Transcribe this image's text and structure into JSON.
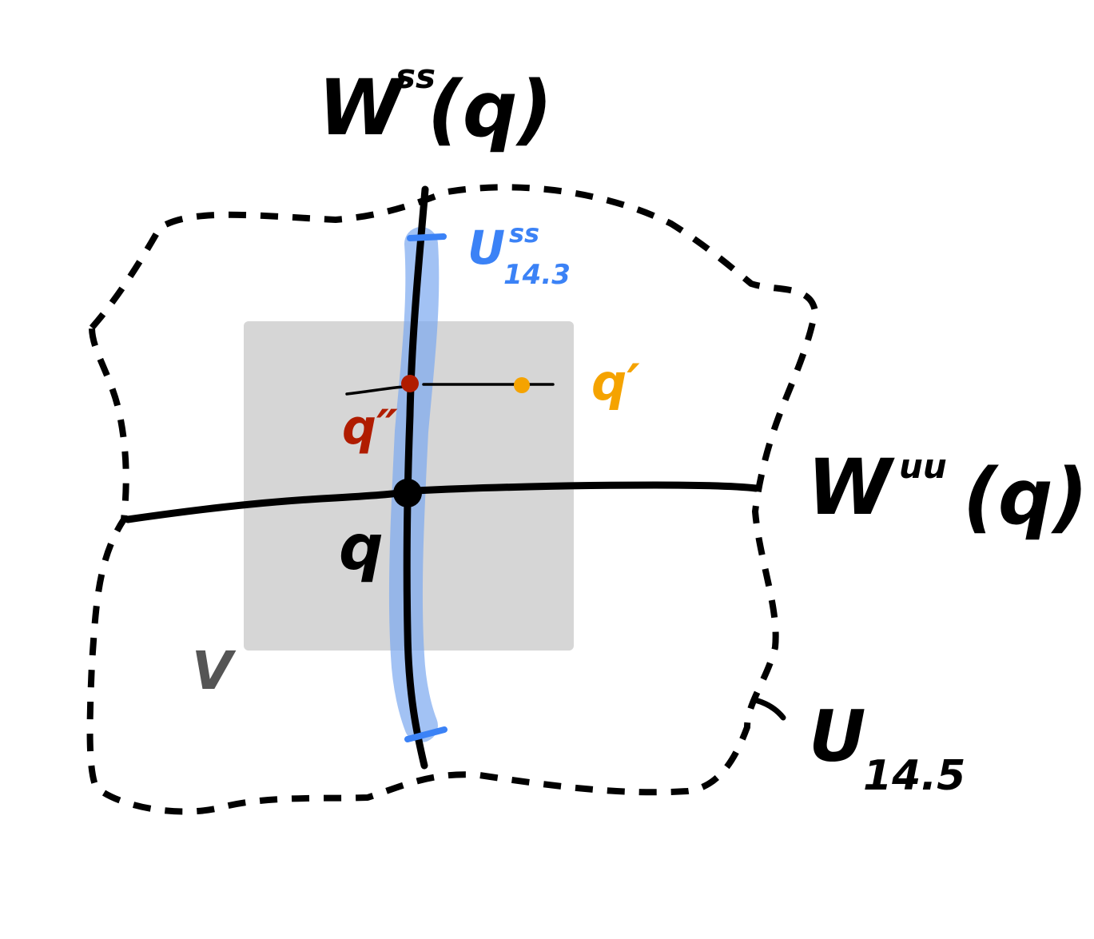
{
  "labels": {
    "stable_manifold": {
      "base": "W",
      "sup": "ss",
      "arg": "(q)"
    },
    "unstable_manifold": {
      "base": "W",
      "sup": "uu",
      "arg": "(q)"
    },
    "local_stable": {
      "base": "U",
      "sup": "ss",
      "sub": "14.3"
    },
    "neighborhood": {
      "base": "U",
      "sub": "14.5"
    },
    "point_q": "q",
    "point_q_prime": "q′",
    "point_q_double_prime": "q″",
    "set_v": "V"
  },
  "colors": {
    "ink": "#000000",
    "local_stable_band": "#a8c8f8",
    "local_stable_ticks": "#3b82f6",
    "local_stable_label": "#3b82f6",
    "box_fill": "#d6d6d6",
    "q_prime": "#f5a300",
    "q_double_prime": "#b01c00",
    "set_v": "#555555"
  }
}
